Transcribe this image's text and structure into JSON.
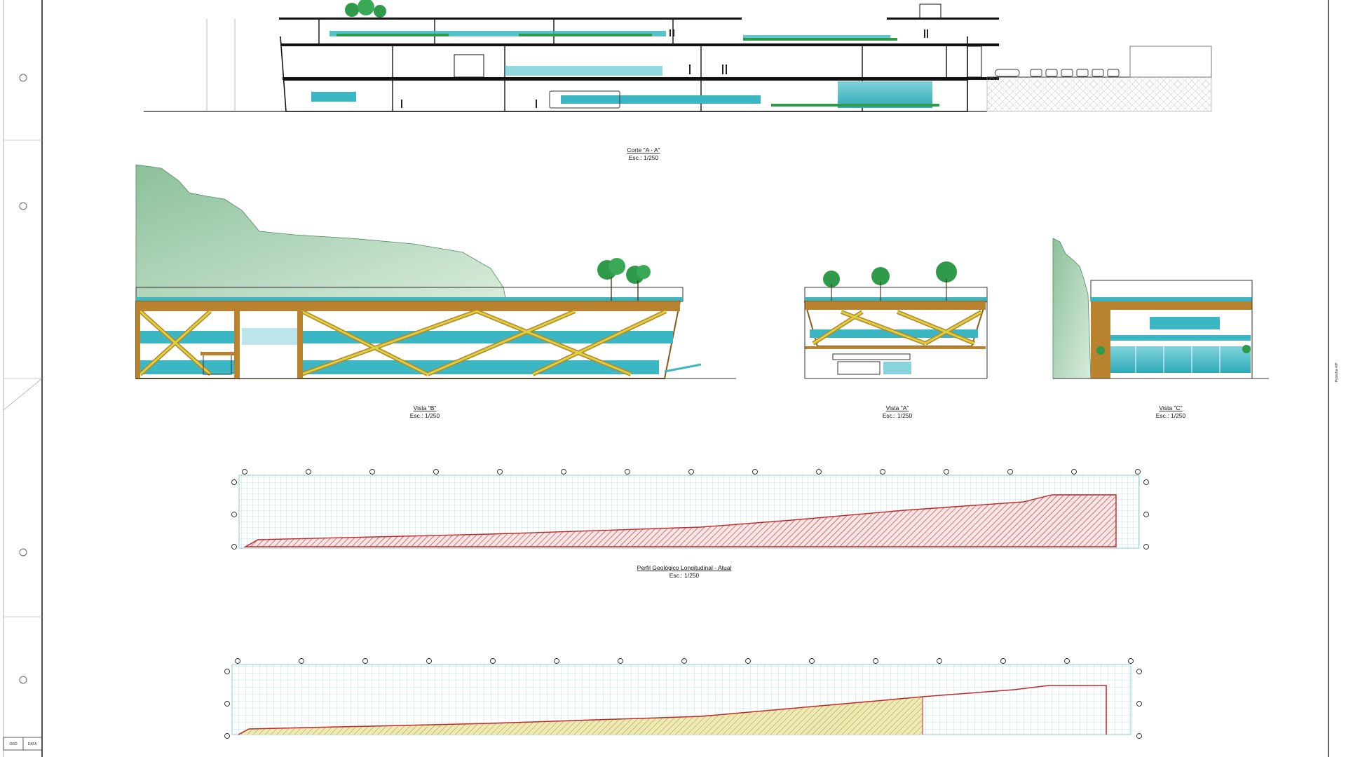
{
  "sheet": {
    "titles": {
      "corte": {
        "name": "Corte \"A - A\"",
        "scale": "Esc.: 1/250"
      },
      "vista_b": {
        "name": "Vista \"B\"",
        "scale": "Esc.: 1/250"
      },
      "vista_a": {
        "name": "Vista \"A\"",
        "scale": "Esc.: 1/250"
      },
      "vista_c": {
        "name": "Vista \"C\"",
        "scale": "Esc.: 1/250"
      },
      "perfil_atual": {
        "name": "Perfil Geológico Longitudinal - Atual",
        "scale": "Esc.: 1/250"
      }
    },
    "title_block": {
      "col1": "ORD",
      "col2": "DATA"
    },
    "margin_note": "Prancha 4/P",
    "colors": {
      "teal": "#3bb7c4",
      "wood": "#b8822e",
      "yellow_brace": "#d9d23a",
      "hill_green": "#7fb48a",
      "tree_green": "#2f9a4a",
      "profile_red": "#c0282a",
      "fill_yellow": "#e8e39a",
      "grid_teal": "#6fc3c9"
    }
  }
}
